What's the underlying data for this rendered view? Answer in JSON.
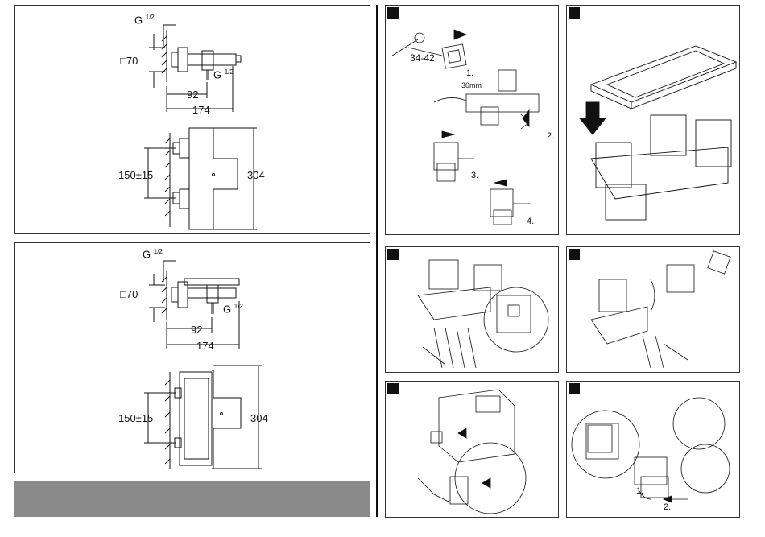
{
  "diagram1": {
    "thread_top": "G",
    "thread_top_frac": "1/2",
    "square_size": "□70",
    "thread_bottom": "G",
    "thread_bottom_frac": "1/2",
    "dim_92": "92",
    "dim_174": "174",
    "dim_spacing": "150±15",
    "dim_height": "304"
  },
  "diagram2": {
    "thread_top": "G",
    "thread_top_frac": "1/2",
    "square_size": "□70",
    "thread_bottom": "G",
    "thread_bottom_frac": "1/2",
    "dim_92": "92",
    "dim_174": "174",
    "dim_spacing": "150±15",
    "dim_height": "304"
  },
  "install": {
    "range": "34-42",
    "mm": "30mm",
    "step1": "1.",
    "step2": "2.",
    "step3": "3.",
    "step4": "4."
  },
  "lever": {
    "step1": "1.",
    "step2": "2."
  }
}
